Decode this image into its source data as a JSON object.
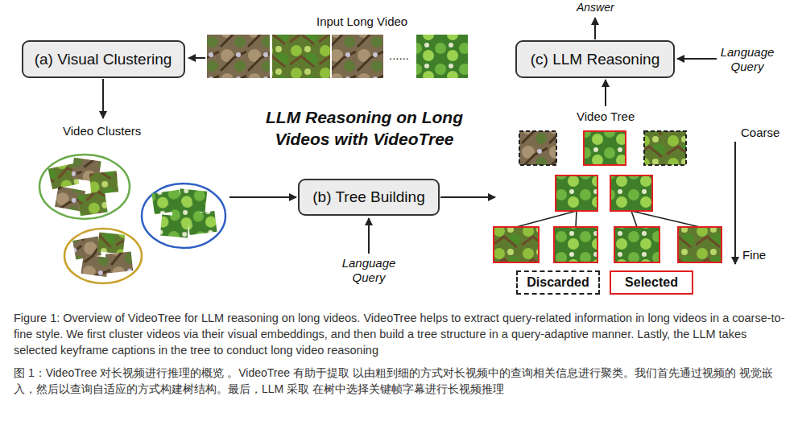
{
  "diagram": {
    "title": "LLM Reasoning on Long Videos with VideoTree",
    "caption": "Figure 1: Overview of VideoTree for LLM reasoning on long videos. VideoTree helps to extract query-related information in long videos in a coarse-to-fine style. We first cluster videos via their visual embeddings, and then build a tree structure in a query-adaptive manner. Lastly, the LLM takes selected keyframe captions in the tree to conduct long video reasoning",
    "nodes": [
      {
        "text": [
          "(a) Visual Clustering"
        ]
      },
      {
        "text": [
          "(b) Tree Building"
        ]
      },
      {
        "text": [
          "(c) LLM Reasoning"
        ]
      }
    ],
    "labels": [
      "Input Long Video",
      "......",
      "Video Clusters",
      "Language Query",
      "Answer",
      "Language Query",
      "Video Tree",
      "Coarse",
      "Fine",
      "图 1：VideoTree 对长视频进行推理的概览 。VideoTree 有助于提取 以由粗到细的方式对长视频中的查询相关信息进行聚类。我们首先通过视频的 视觉嵌入，然后以查询自适应的方式构建树结构。最后，LLM 采取 在树中选择关键帧字幕进行长视频推理"
    ],
    "legend": [
      {
        "text": "Discarded"
      },
      {
        "text": "Selected"
      }
    ]
  }
}
